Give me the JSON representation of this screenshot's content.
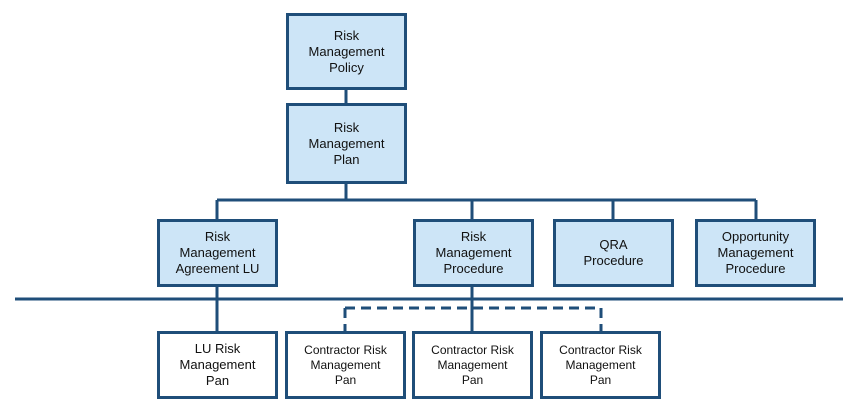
{
  "diagram": {
    "colors": {
      "line": "#1f4e79",
      "fill": "#cde5f7",
      "text": "#111111"
    },
    "nodes": {
      "policy": "Risk\nManagement\nPolicy",
      "plan": "Risk\nManagement\nPlan",
      "agreement": "Risk\nManagement\nAgreement LU",
      "procedure": "Risk\nManagement\nProcedure",
      "qra": "QRA\nProcedure",
      "opportunity": "Opportunity\nManagement\nProcedure",
      "lu_pan": "LU Risk\nManagement\nPan",
      "contractor_1": "Contractor Risk\nManagement\nPan",
      "contractor_2": "Contractor Risk\nManagement\nPan",
      "contractor_3": "Contractor Risk\nManagement\nPan"
    }
  }
}
